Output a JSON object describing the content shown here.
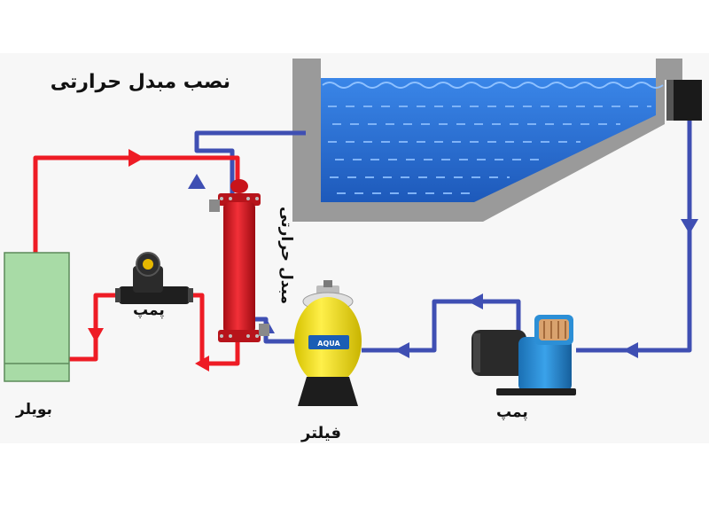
{
  "title": "نصب مبدل حرارتی",
  "labels": {
    "boiler": "بویلر",
    "pump_small": "پمپ",
    "pump_big": "پمپ",
    "filter": "فیلتر",
    "exchanger": "مبدل حرارتی"
  },
  "filter_badge": "AQUA",
  "colors": {
    "hot_pipe": "#ee1c25",
    "cold_pipe": "#3f4fb3",
    "water": "#2b6fd6",
    "pool_wall": "#9a9a9a",
    "boiler": "#a8dba6",
    "exchanger": "#e8202a",
    "filter": "#f2e200",
    "pump_big": "#2c8fd6"
  },
  "icons": [
    "boiler-icon",
    "heat-exchanger-icon",
    "circulation-pump-icon",
    "sand-filter-icon",
    "pool-pump-icon",
    "skimmer-icon"
  ]
}
